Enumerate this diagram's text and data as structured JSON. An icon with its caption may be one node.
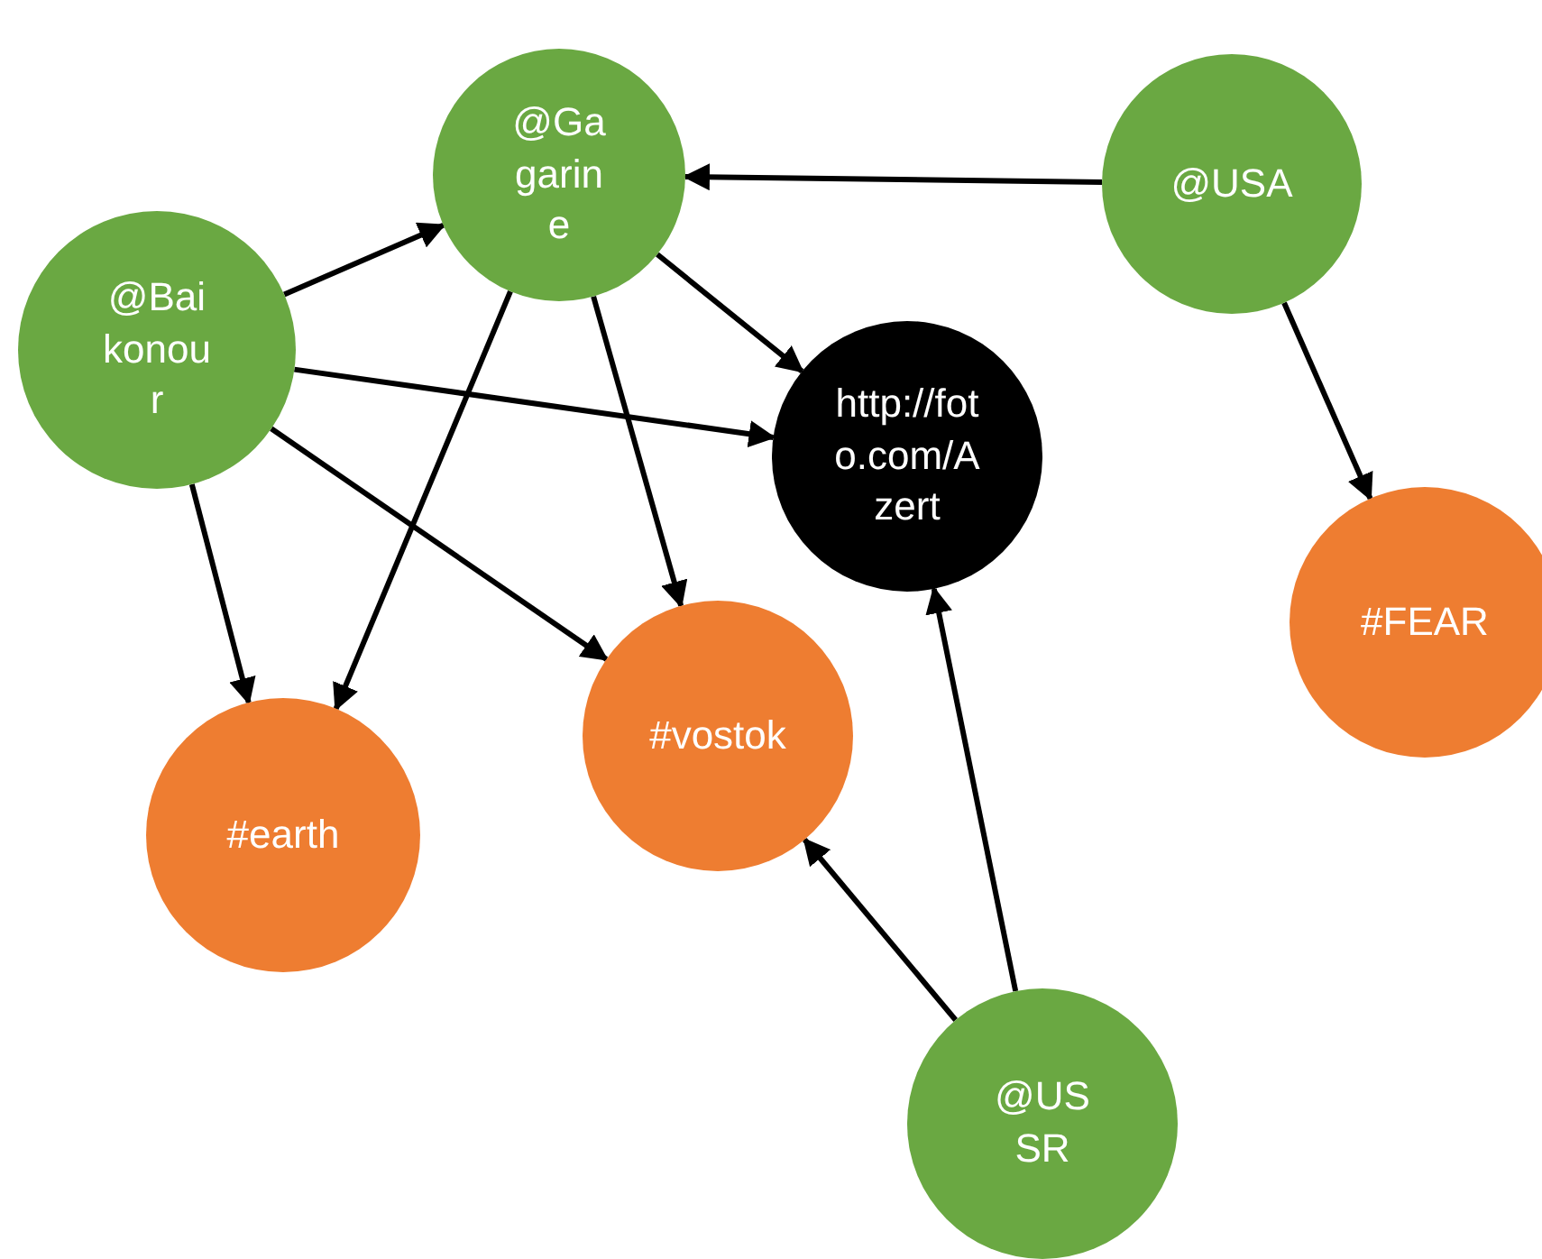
{
  "diagram": {
    "nodes": [
      {
        "text": [
          "@Gagarine"
        ]
      },
      {
        "text": [
          "@USA"
        ]
      },
      {
        "text": [
          "@Baikonour"
        ]
      },
      {
        "text": [
          "http://foto.com/Azert"
        ]
      },
      {
        "text": [
          "#FEAR"
        ]
      },
      {
        "text": [
          "#vostok"
        ]
      },
      {
        "text": [
          "#earth"
        ]
      },
      {
        "text": [
          "@USSR"
        ]
      }
    ],
    "edges": [
      {
        "from": 2,
        "to": 0,
        "arrow": "to"
      },
      {
        "from": 1,
        "to": 0,
        "arrow": "to"
      },
      {
        "from": 0,
        "to": 3,
        "arrow": "to"
      },
      {
        "from": 2,
        "to": 3,
        "arrow": "to"
      },
      {
        "from": 2,
        "to": 5,
        "arrow": "to"
      },
      {
        "from": 2,
        "to": 6,
        "arrow": "to"
      },
      {
        "from": 0,
        "to": 6,
        "arrow": "to"
      },
      {
        "from": 0,
        "to": 5,
        "arrow": "to"
      },
      {
        "from": 1,
        "to": 4,
        "arrow": "to"
      },
      {
        "from": 7,
        "to": 5,
        "arrow": "to"
      },
      {
        "from": 7,
        "to": 3,
        "arrow": "to"
      }
    ]
  }
}
